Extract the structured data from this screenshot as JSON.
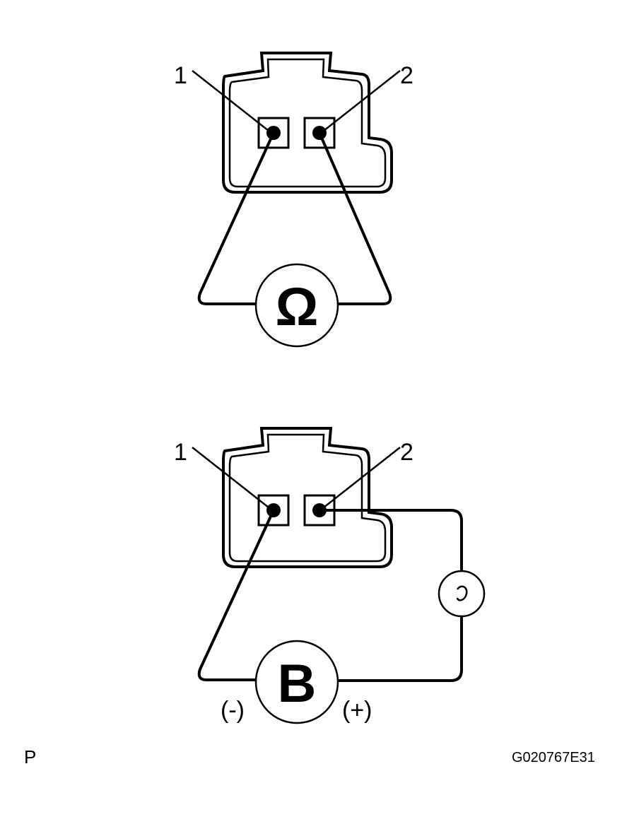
{
  "top_diagram": {
    "pin1_label": "1",
    "pin2_label": "2",
    "meter_symbol": "Ω",
    "meter_icon": "ohmmeter-icon"
  },
  "bottom_diagram": {
    "pin1_label": "1",
    "pin2_label": "2",
    "battery_symbol": "B",
    "negative_label": "(-)",
    "positive_label": "(+)",
    "lamp_icon": "test-lamp-icon",
    "battery_icon": "battery-icon"
  },
  "footer": {
    "corner_mark": "P",
    "figure_code": "G020767E31"
  }
}
